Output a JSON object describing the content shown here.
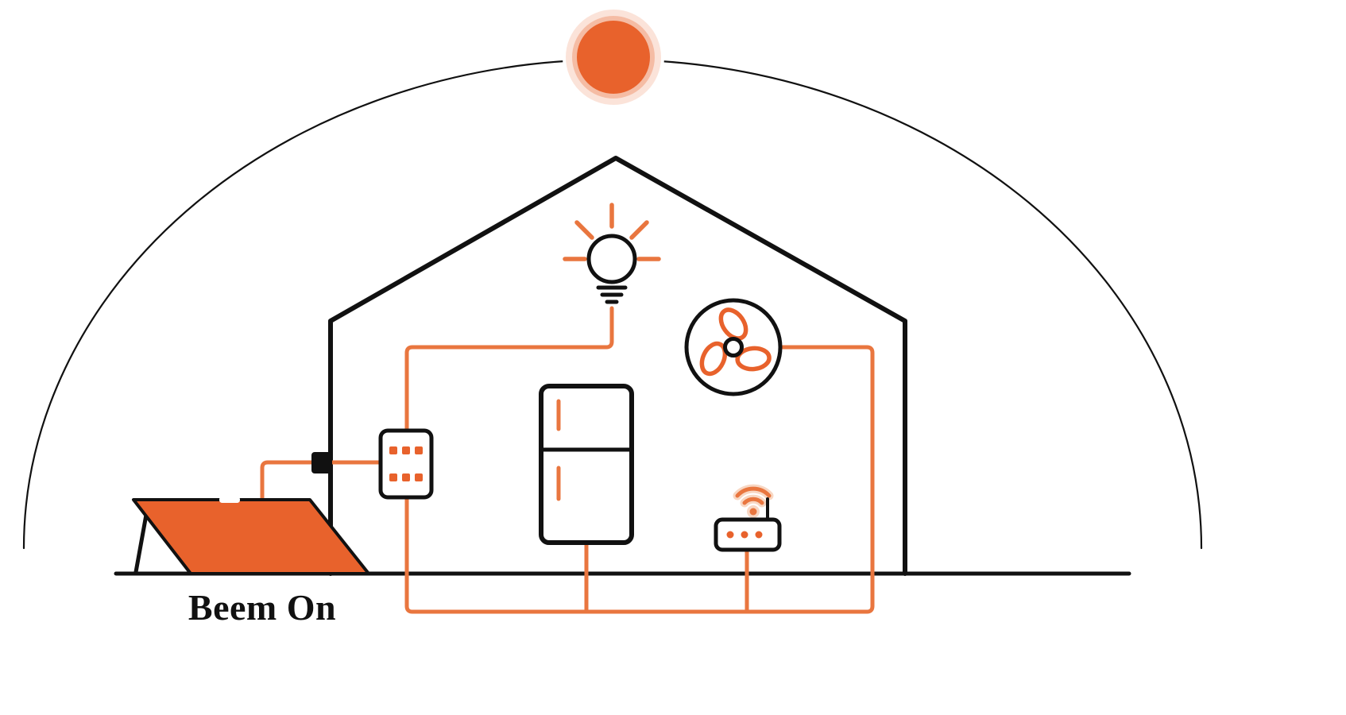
{
  "brand": {
    "label": "Beem On"
  },
  "colors": {
    "accent": "#E8622C",
    "accent_soft": "#F3B793",
    "wire": "#E9763F",
    "line": "#111111",
    "bg": "#FFFFFF"
  },
  "icons": [
    "sun-icon",
    "dome-arc",
    "house-outline",
    "light-bulb-icon",
    "fan-icon",
    "refrigerator-icon",
    "wifi-icon",
    "router-icon",
    "breaker-box-icon",
    "wall-connector-icon",
    "solar-panel-icon"
  ]
}
